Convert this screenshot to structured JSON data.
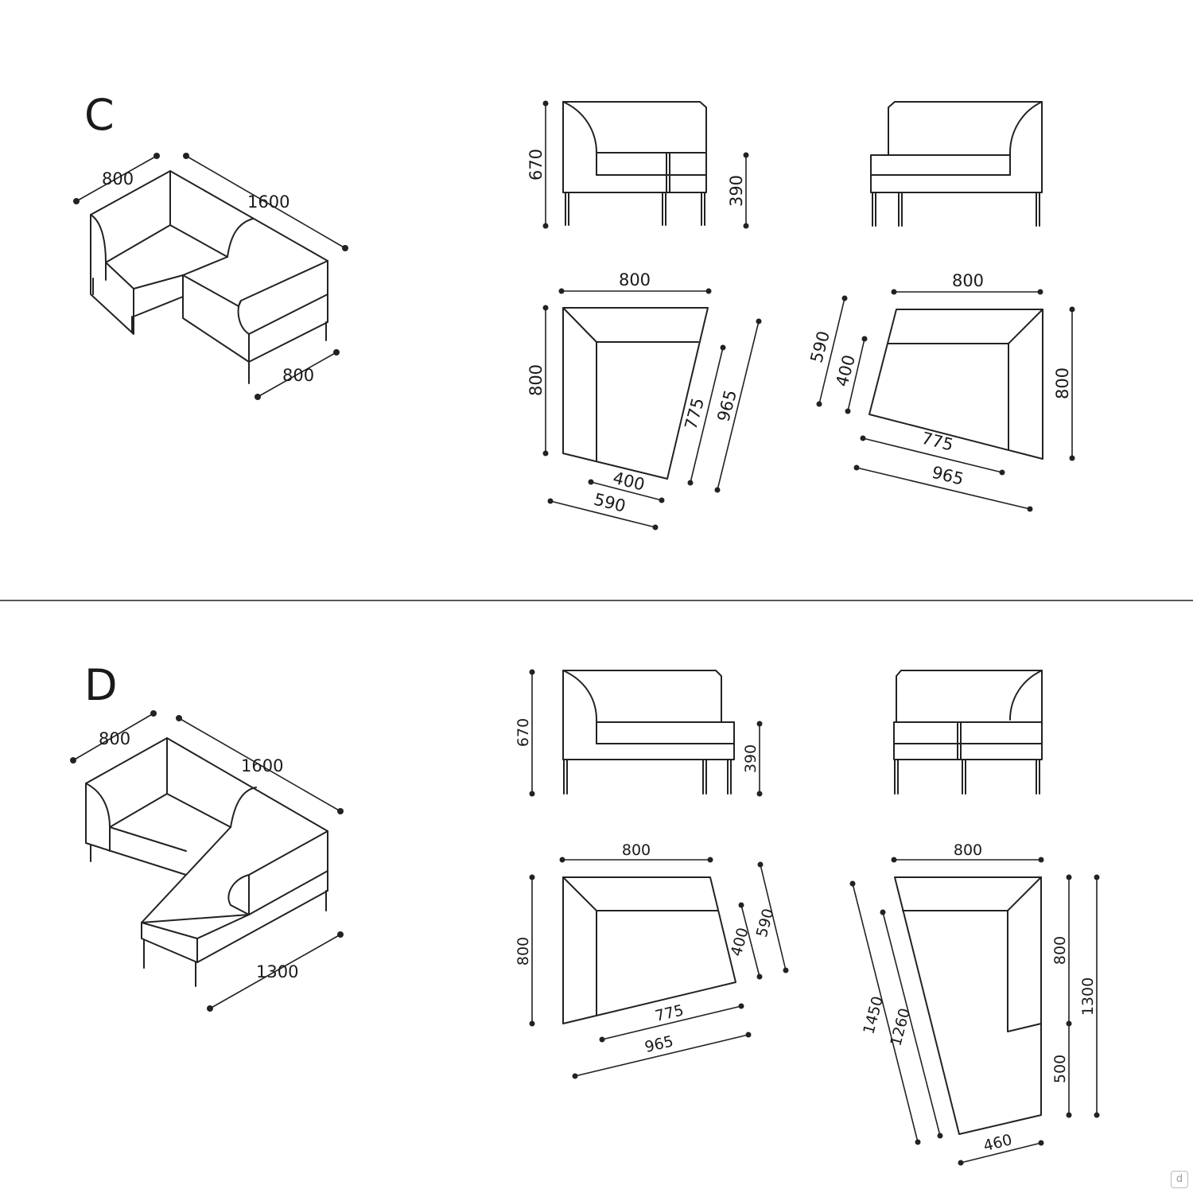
{
  "variant_c": {
    "letter": "C",
    "iso": {
      "back_left": "800",
      "back_right": "1600",
      "front": "800"
    },
    "elev_left": {
      "height": "670",
      "seat": "390"
    },
    "plan_left": {
      "width": "800",
      "depth": "800",
      "inner_diag": "775",
      "outer_diag": "965",
      "inner_bottom": "400",
      "outer_bottom": "590"
    },
    "plan_right": {
      "width": "800",
      "depth": "800",
      "outer_left": "590",
      "inner_left": "400",
      "inner_bottom": "775",
      "outer_bottom": "965"
    }
  },
  "variant_d": {
    "letter": "D",
    "iso": {
      "back_left": "800",
      "back_right": "1600",
      "front": "1300"
    },
    "elev_left": {
      "height": "670",
      "seat": "390"
    },
    "plan_left": {
      "width": "800",
      "depth": "800",
      "inner_right": "400",
      "outer_right": "590",
      "inner_bottom": "775",
      "outer_bottom": "965"
    },
    "plan_right": {
      "width": "800",
      "upper": "800",
      "lower": "500",
      "total": "1300",
      "outer_diag": "1450",
      "inner_diag": "1260",
      "bottom": "460"
    }
  },
  "brand_mark": "d"
}
